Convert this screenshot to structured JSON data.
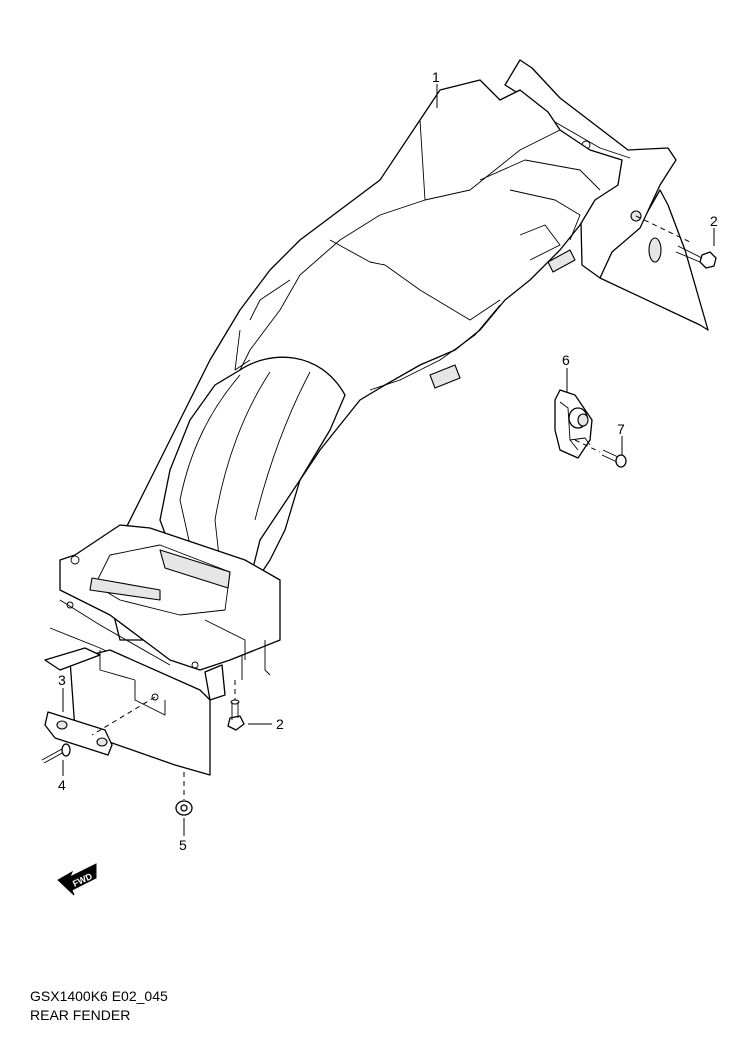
{
  "diagram": {
    "callouts": [
      "1",
      "2",
      "2",
      "3",
      "4",
      "5",
      "6",
      "7"
    ],
    "direction_badge": "FWD"
  },
  "caption": {
    "code": "GSX1400K6 E02_045",
    "title": "REAR FENDER"
  }
}
